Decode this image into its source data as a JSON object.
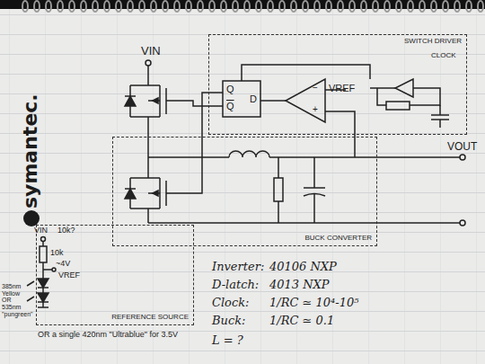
{
  "diagram": {
    "nodes": [
      {
        "text": [
          "SWITCH DRIVER"
        ]
      },
      {
        "text": [
          "BUCK CONVERTER"
        ]
      },
      {
        "text": [
          "REFERENCE SOURCE"
        ]
      }
    ],
    "labels": [
      "VIN",
      "VREF",
      "VOUT",
      "CLOCK",
      "Q",
      "Q",
      "D",
      "+",
      "−",
      "symantec.",
      "VIN",
      "10k?",
      "10k",
      "~4V",
      "VREF",
      "385nm Yellow OR 535nm \"pungreen\"",
      "OR a single 420nm \"Ultrablue\" for 3.5V",
      "Inverter:",
      "40106 NXP",
      "D-latch:",
      "4013 NXP",
      "Clock:",
      "1/RC ≃ 10⁴-10⁵",
      "Buck:",
      "1/RC ≃ 0.1",
      "L = ?"
    ]
  }
}
